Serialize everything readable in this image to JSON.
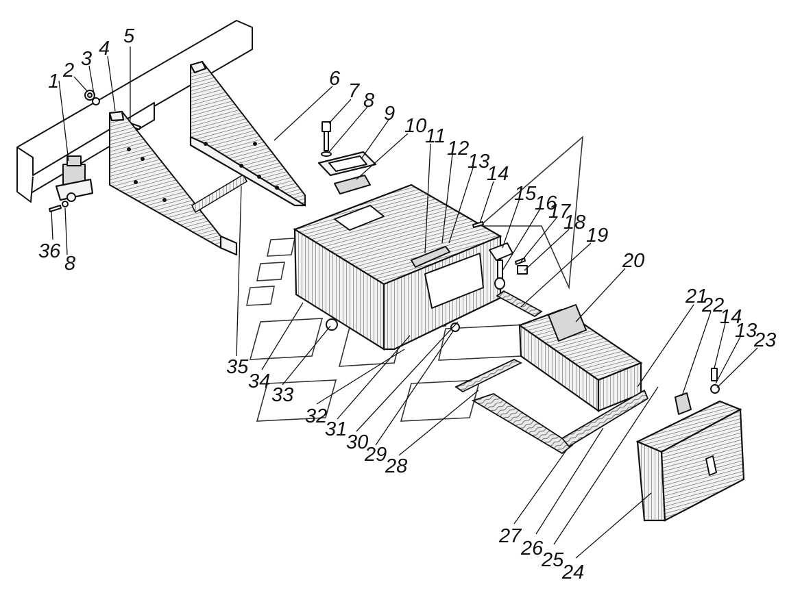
{
  "callouts": [
    {
      "id": 1,
      "label": "1"
    },
    {
      "id": 2,
      "label": "2"
    },
    {
      "id": 3,
      "label": "3"
    },
    {
      "id": 4,
      "label": "4"
    },
    {
      "id": 5,
      "label": "5"
    },
    {
      "id": 6,
      "label": "6"
    },
    {
      "id": 7,
      "label": "7"
    },
    {
      "id": 8,
      "label": "8"
    },
    {
      "id": 9,
      "label": "9"
    },
    {
      "id": 10,
      "label": "10"
    },
    {
      "id": 11,
      "label": "11"
    },
    {
      "id": 12,
      "label": "12"
    },
    {
      "id": 13,
      "label": "13"
    },
    {
      "id": 14,
      "label": "14"
    },
    {
      "id": 15,
      "label": "15"
    },
    {
      "id": 16,
      "label": "16"
    },
    {
      "id": 17,
      "label": "17"
    },
    {
      "id": 18,
      "label": "18"
    },
    {
      "id": 19,
      "label": "19"
    },
    {
      "id": 20,
      "label": "20"
    },
    {
      "id": 21,
      "label": "21"
    },
    {
      "id": 22,
      "label": "22"
    },
    {
      "id": "14b",
      "label": "14"
    },
    {
      "id": "13b",
      "label": "13"
    },
    {
      "id": 23,
      "label": "23"
    },
    {
      "id": 24,
      "label": "24"
    },
    {
      "id": 25,
      "label": "25"
    },
    {
      "id": 26,
      "label": "26"
    },
    {
      "id": 27,
      "label": "27"
    },
    {
      "id": 28,
      "label": "28"
    },
    {
      "id": 29,
      "label": "29"
    },
    {
      "id": 30,
      "label": "30"
    },
    {
      "id": 31,
      "label": "31"
    },
    {
      "id": 32,
      "label": "32"
    },
    {
      "id": 33,
      "label": "33"
    },
    {
      "id": 34,
      "label": "34"
    },
    {
      "id": 35,
      "label": "35"
    },
    {
      "id": 36,
      "label": "36"
    },
    {
      "id": "8b",
      "label": "8"
    }
  ]
}
